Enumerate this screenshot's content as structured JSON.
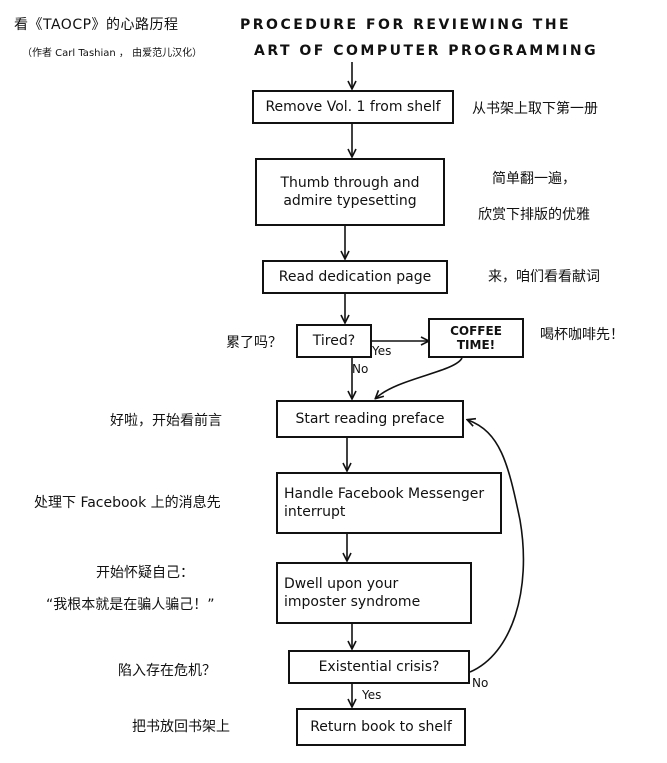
{
  "header": {
    "title_zh": "看《TAOCP》的心路历程",
    "subtitle_zh": "（作者 Carl Tashian ， 由爱范儿汉化）",
    "title_en_line1": "PROCEDURE FOR REVIEWING THE",
    "title_en_line2": "ART OF COMPUTER PROGRAMMING"
  },
  "steps": {
    "remove": "Remove Vol. 1 from shelf",
    "thumb": "Thumb through and admire typesetting",
    "dedication": "Read dedication page",
    "tired": "Tired?",
    "coffee": "COFFEE TIME!",
    "preface": "Start reading preface",
    "facebook": "Handle Facebook Messenger interrupt",
    "imposter": "Dwell upon your imposter syndrome",
    "crisis": "Existential crisis?",
    "return": "Return book to shelf"
  },
  "edge_labels": {
    "tired_yes": "Yes",
    "tired_no": "No",
    "crisis_no": "No",
    "crisis_yes": "Yes"
  },
  "annotations": {
    "remove": "从书架上取下第一册",
    "thumb_line1": "简单翻一遍，",
    "thumb_line2": "欣赏下排版的优雅",
    "dedication": "来，咱们看看献词",
    "tired": "累了吗？",
    "coffee": "喝杯咖啡先！",
    "preface": "好啦，开始看前言",
    "facebook": "处理下 Facebook 上的消息先",
    "imposter_line1": "开始怀疑自己：",
    "imposter_line2": "“我根本就是在骗人骗己！”",
    "crisis": "陷入存在危机？",
    "return": "把书放回书架上"
  }
}
